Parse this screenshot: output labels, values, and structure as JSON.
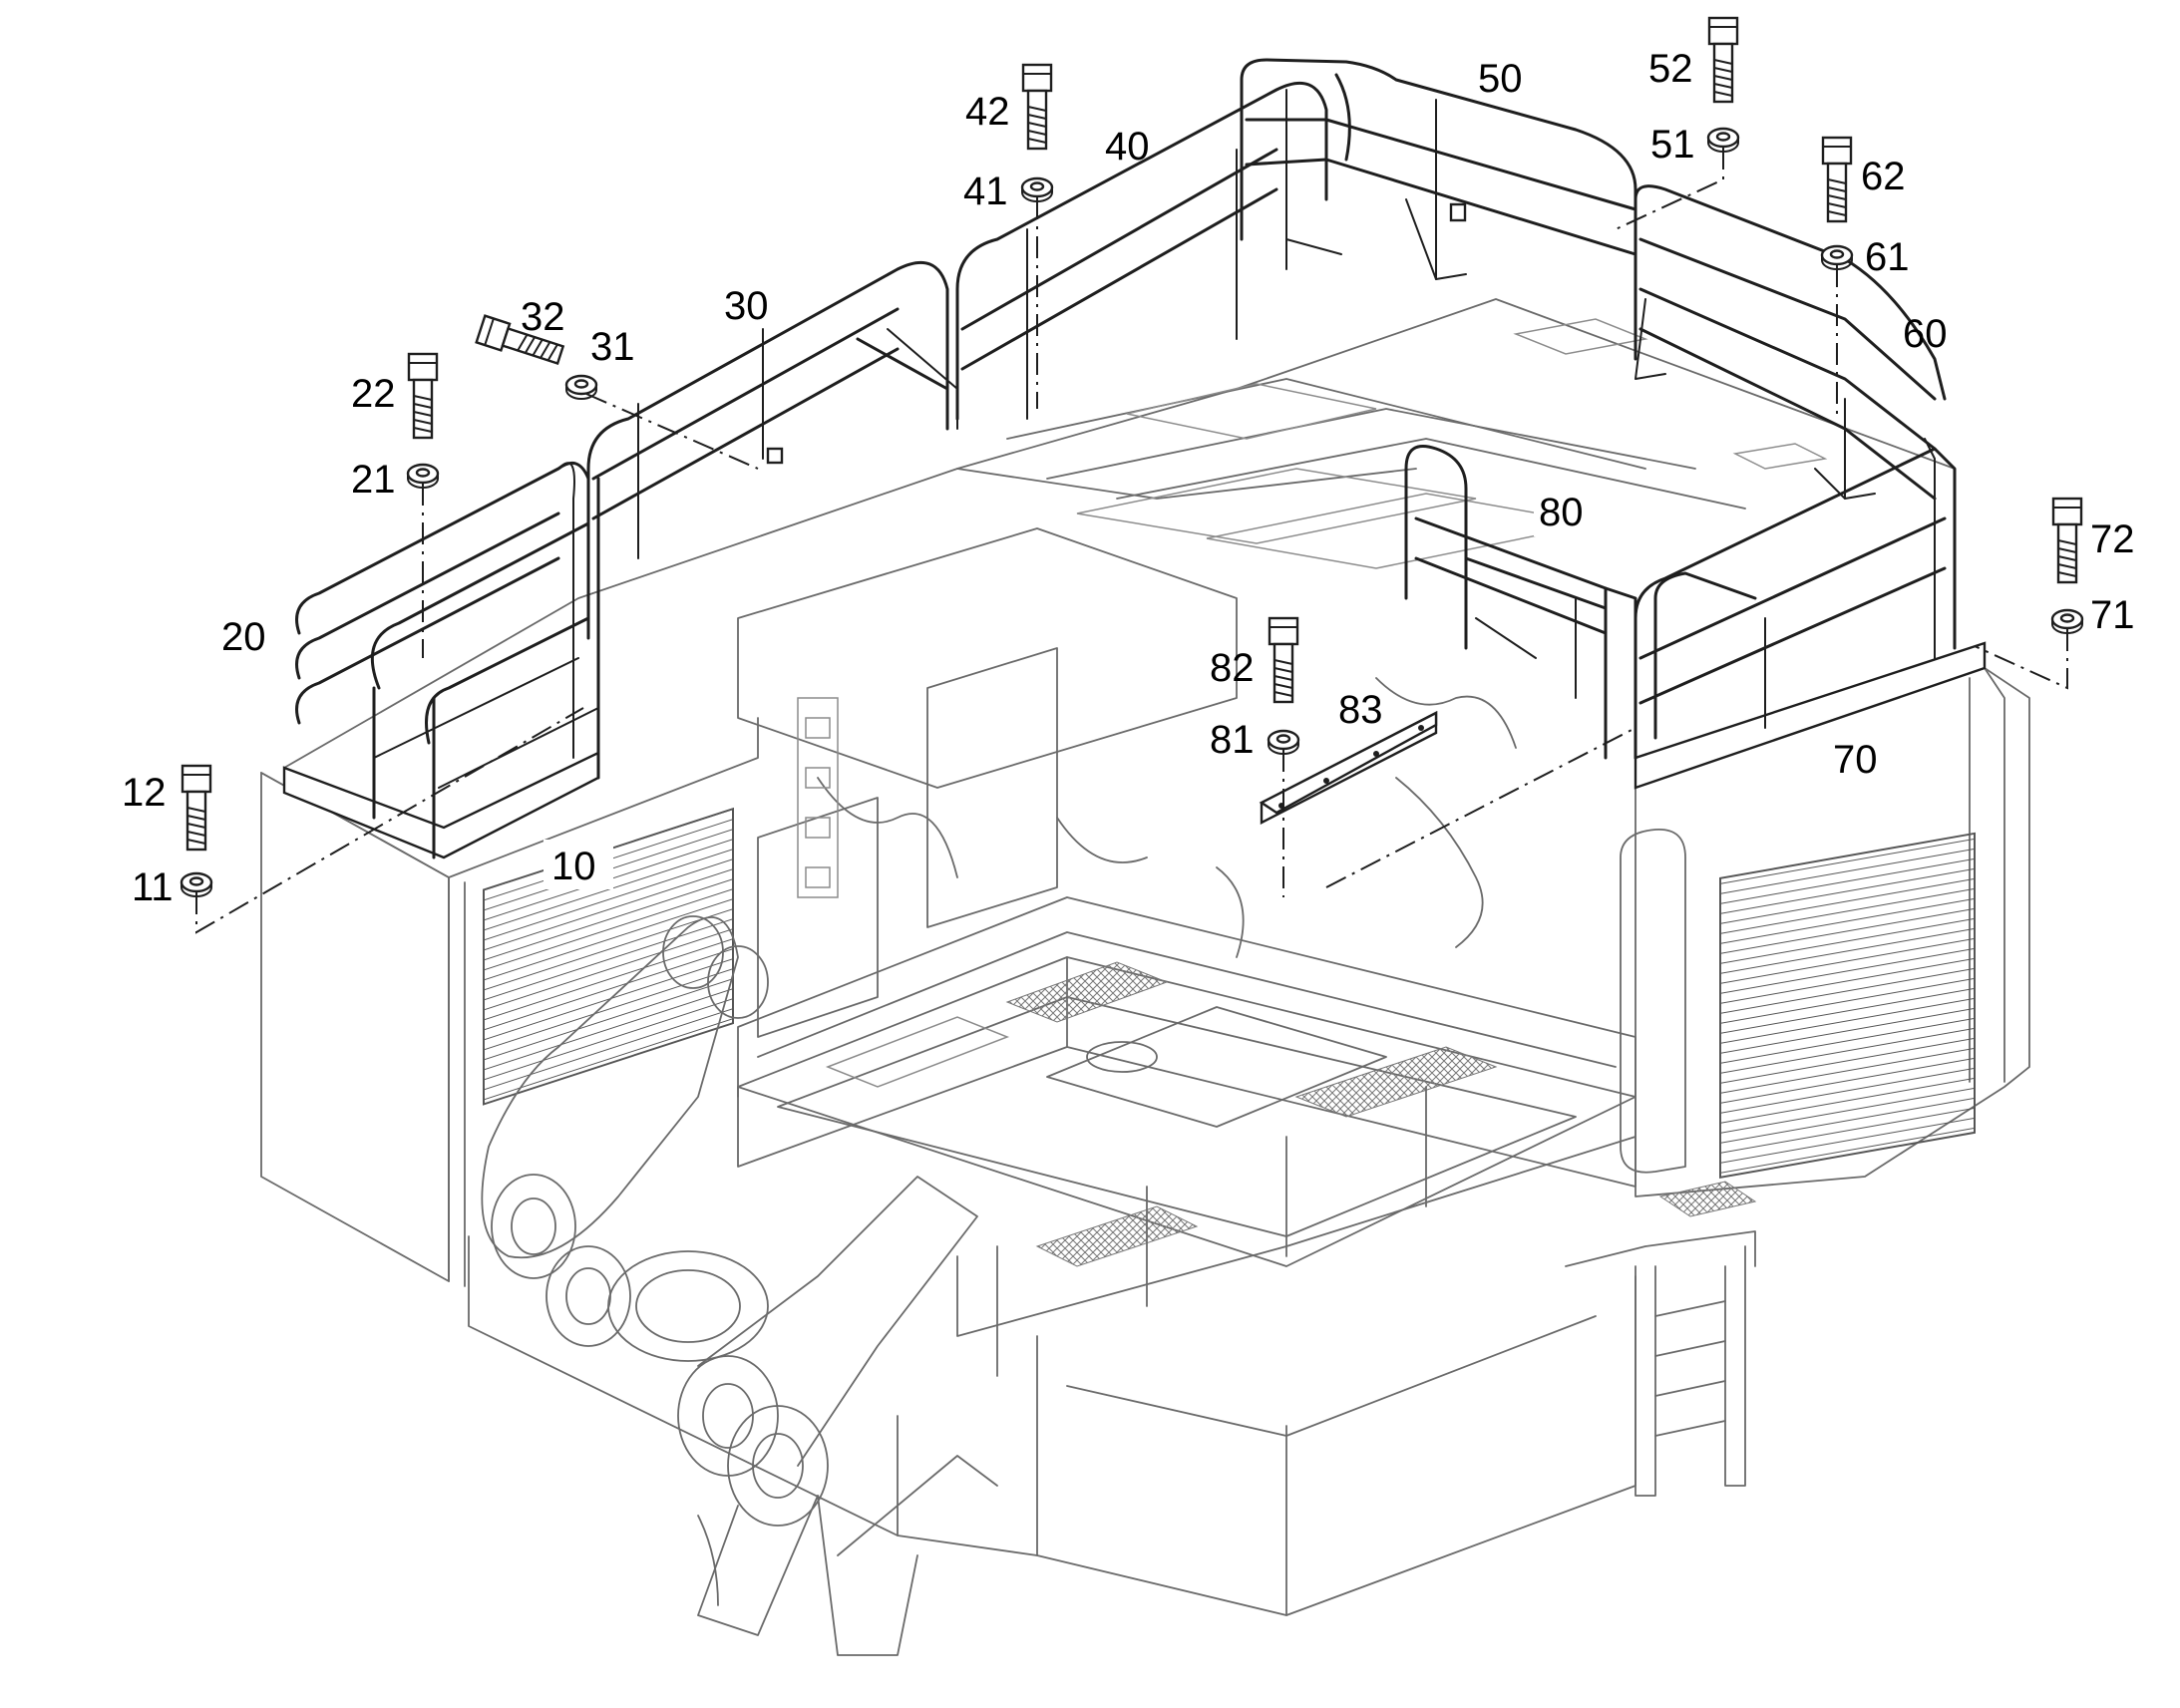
{
  "diagram": {
    "callouts": {
      "c10": "10",
      "c11": "11",
      "c12": "12",
      "c20": "20",
      "c21": "21",
      "c22": "22",
      "c30": "30",
      "c31": "31",
      "c32": "32",
      "c40": "40",
      "c41": "41",
      "c42": "42",
      "c50": "50",
      "c51": "51",
      "c52": "52",
      "c60": "60",
      "c61": "61",
      "c62": "62",
      "c70": "70",
      "c71": "71",
      "c72": "72",
      "c80": "80",
      "c81": "81",
      "c82": "82",
      "c83": "83"
    },
    "colors": {
      "line": "#1e1e1e",
      "detail": "#6a6a6a",
      "background": "#ffffff"
    }
  }
}
